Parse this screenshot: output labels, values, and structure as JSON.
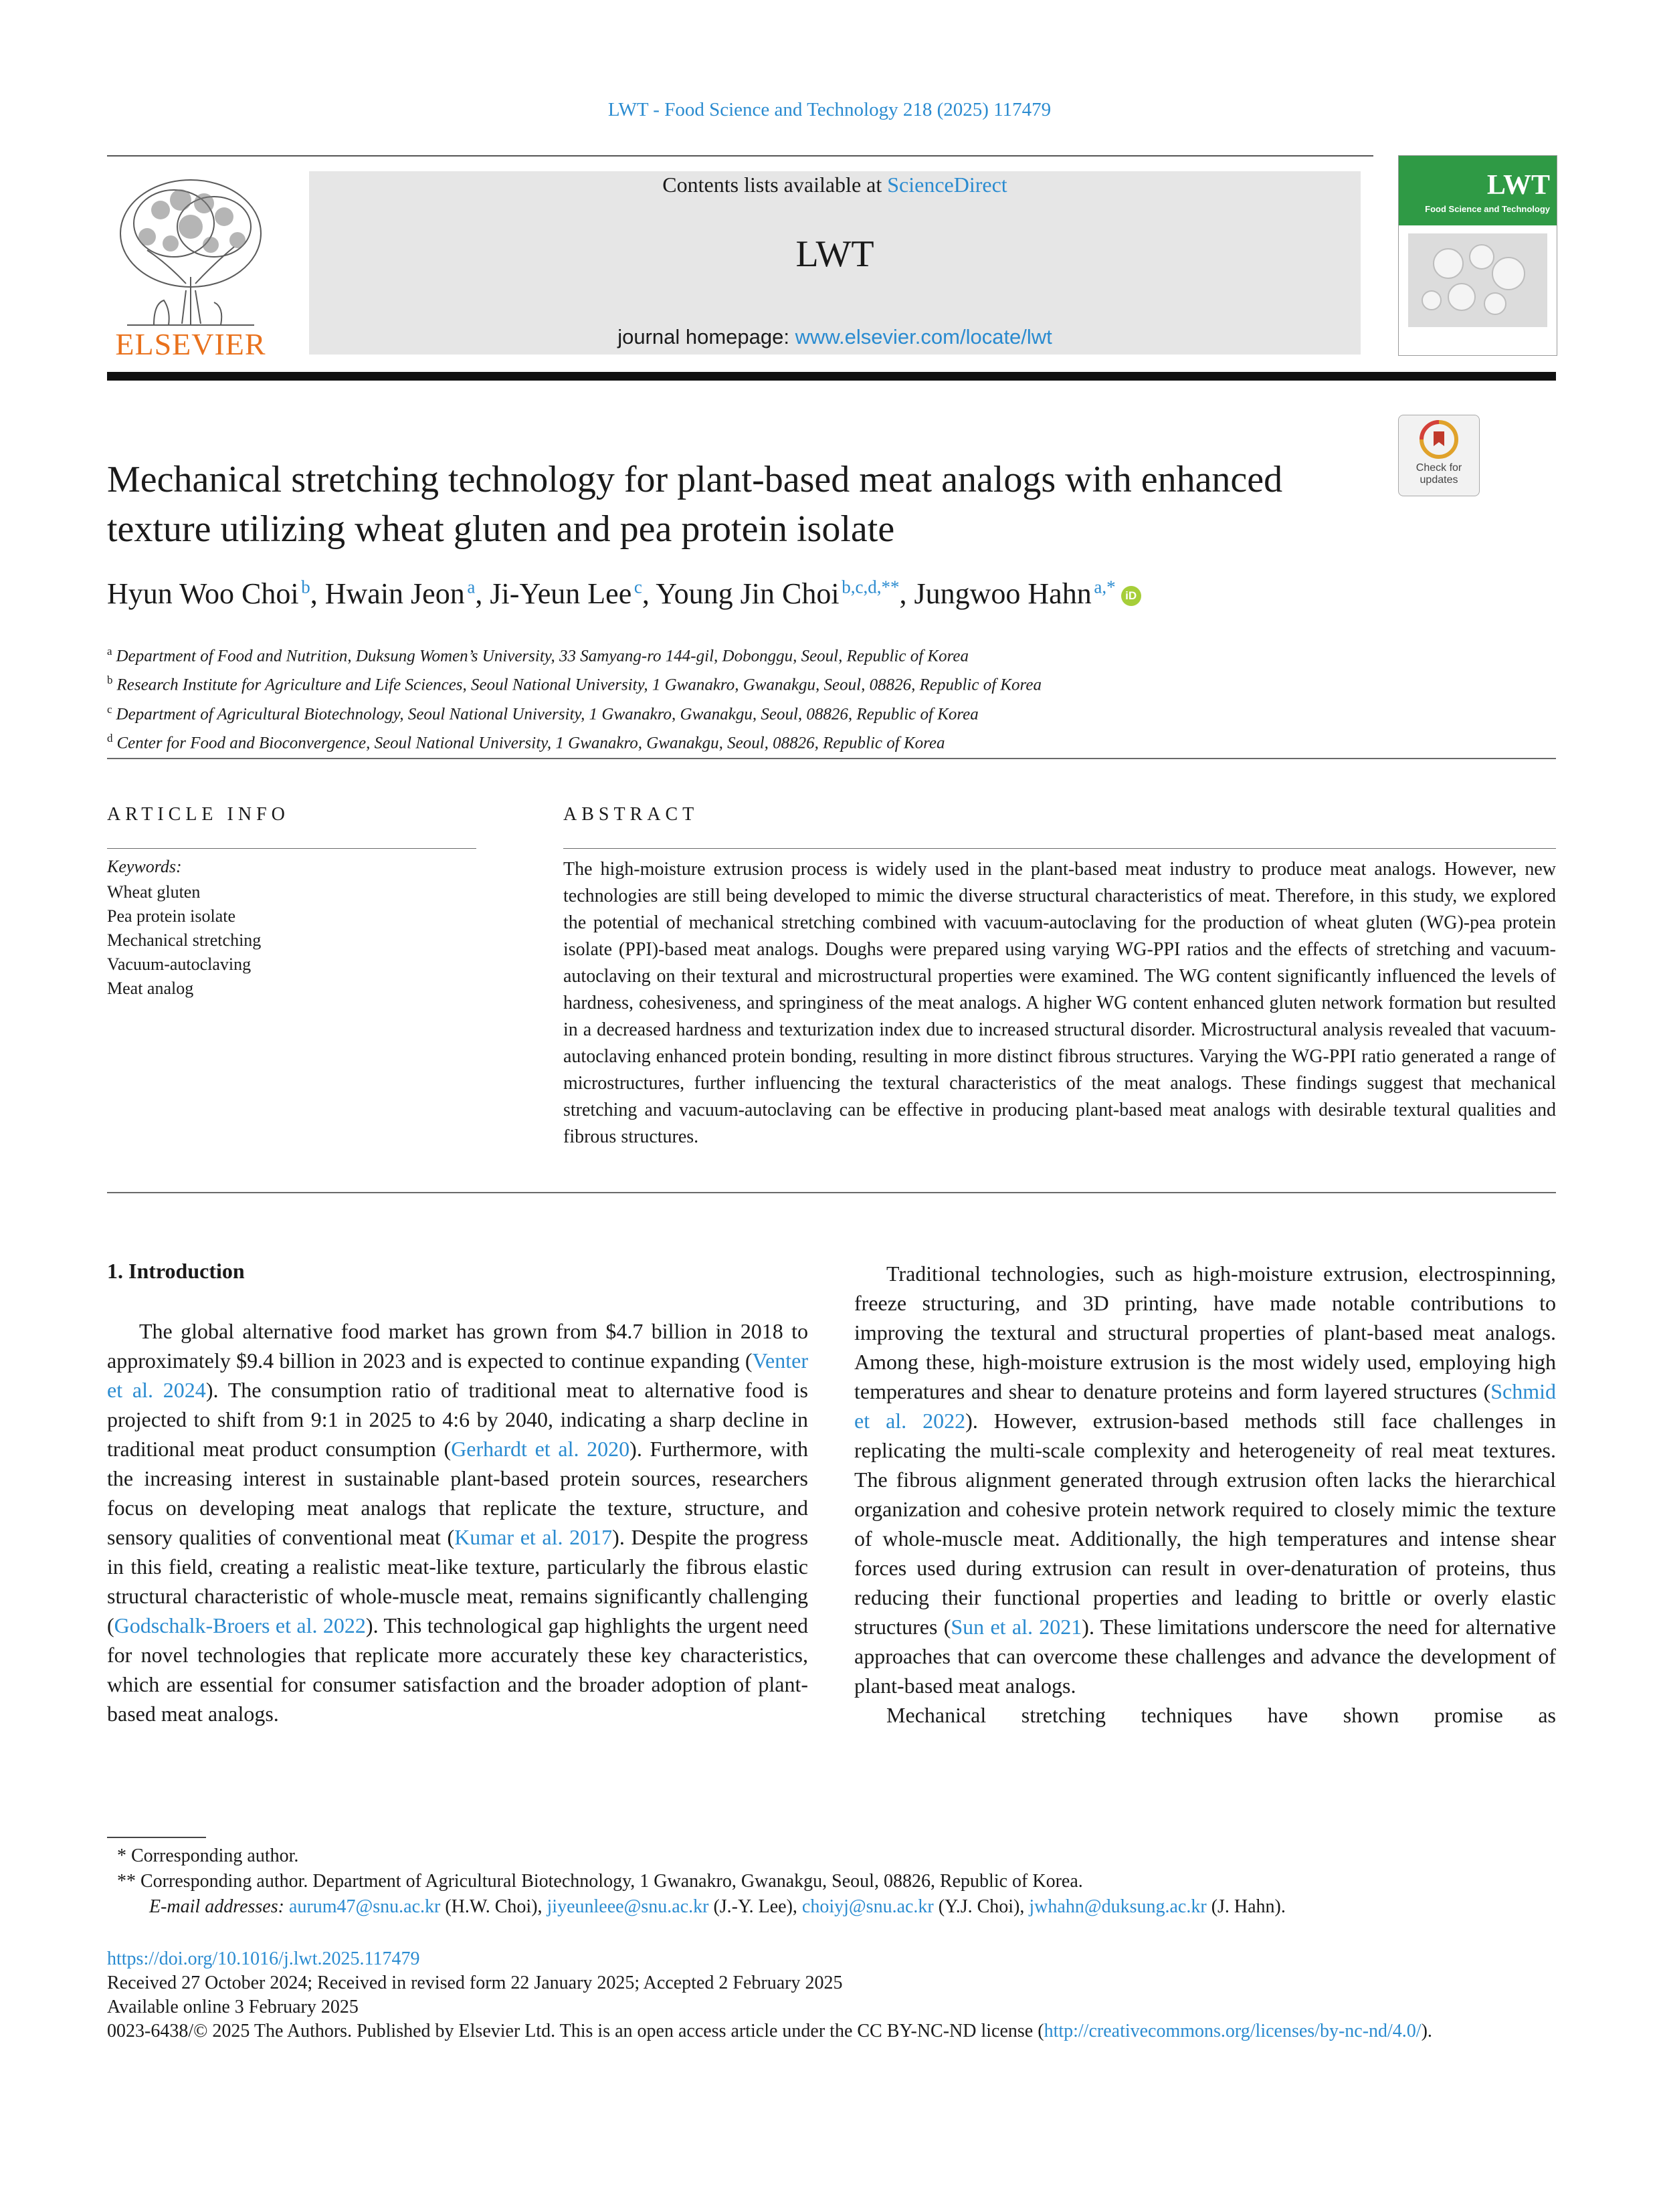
{
  "running_header": "LWT - Food Science and Technology 218 (2025) 117479",
  "masthead": {
    "contents_prefix": "Contents lists available at",
    "contents_link": "ScienceDirect",
    "journal_name": "LWT",
    "homepage_prefix": "journal homepage:",
    "homepage_link": "www.elsevier.com/locate/lwt",
    "publisher_logo_text": "ELSEVIER",
    "cover_title": "LWT",
    "cover_subtitle": "Food Science and Technology",
    "check_updates_label": "Check for updates"
  },
  "colors": {
    "link": "#2a8bd0",
    "elsevier_orange": "#e9711c",
    "cover_green": "#2f9a45",
    "masthead_bg": "#e6e6e6"
  },
  "title": "Mechanical stretching technology for plant-based meat analogs with enhanced texture utilizing wheat gluten and pea protein isolate",
  "authors": [
    {
      "name": "Hyun Woo Choi",
      "sup": "b"
    },
    {
      "name": "Hwain Jeon",
      "sup": "a"
    },
    {
      "name": "Ji-Yeun Lee",
      "sup": "c"
    },
    {
      "name": "Young Jin Choi",
      "sup": "b,c,d,**"
    },
    {
      "name": "Jungwoo Hahn",
      "sup": "a,*"
    }
  ],
  "orcid_icon": "iD",
  "affiliations": [
    {
      "mark": "a",
      "text": "Department of Food and Nutrition, Duksung Women’s University, 33 Samyang-ro 144-gil, Dobonggu, Seoul, Republic of Korea"
    },
    {
      "mark": "b",
      "text": "Research Institute for Agriculture and Life Sciences, Seoul National University, 1 Gwanakro, Gwanakgu, Seoul, 08826, Republic of Korea"
    },
    {
      "mark": "c",
      "text": "Department of Agricultural Biotechnology, Seoul National University, 1 Gwanakro, Gwanakgu, Seoul, 08826, Republic of Korea"
    },
    {
      "mark": "d",
      "text": "Center for Food and Bioconvergence, Seoul National University, 1 Gwanakro, Gwanakgu, Seoul, 08826, Republic of Korea"
    }
  ],
  "article_info": {
    "heading": "ARTICLE INFO",
    "keywords_label": "Keywords:",
    "keywords": [
      "Wheat gluten",
      "Pea protein isolate",
      "Mechanical stretching",
      "Vacuum-autoclaving",
      "Meat analog"
    ]
  },
  "abstract": {
    "heading": "ABSTRACT",
    "text": "The high-moisture extrusion process is widely used in the plant-based meat industry to produce meat analogs. However, new technologies are still being developed to mimic the diverse structural characteristics of meat. Therefore, in this study, we explored the potential of mechanical stretching combined with vacuum-autoclaving for the production of wheat gluten (WG)-pea protein isolate (PPI)-based meat analogs. Doughs were prepared using varying WG-PPI ratios and the effects of stretching and vacuum-autoclaving on their textural and micro­structural properties were examined. The WG content significantly influenced the levels of hardness, cohesive­ness, and springiness of the meat analogs. A higher WG content enhanced gluten network formation but resulted in a decreased hardness and texturization index due to increased structural disorder. Microstructural analysis revealed that vacuum-autoclaving enhanced protein bonding, resulting in more distinct fibrous structures. Varying the WG-PPI ratio generated a range of microstructures, further influencing the textural characteristics of the meat analogs. These findings suggest that mechanical stretching and vacuum-autoclaving can be effective in producing plant-based meat analogs with desirable textural qualities and fibrous structures."
  },
  "intro": {
    "heading": "1.  Introduction",
    "p1": [
      "The global alternative food market has grown from $4.7 billion in 2018 to approximately $9.4 billion in 2023 and is expected to continue expanding (",
      "Venter et al. 2024",
      "). The consumption ratio of traditional meat to alternative food is projected to shift from 9:1 in 2025 to 4:6 by 2040, indicating a sharp decline in traditional meat product consump­tion (",
      "Gerhardt et al. 2020",
      "). Furthermore, with the increasing interest in sustainable plant-based protein sources, researchers focus on developing meat analogs that replicate the texture, structure, and sensory qualities of conventional meat (",
      "Kumar et al. 2017",
      "). Despite the progress in this field, creating a realistic meat-like texture, particularly the fibrous elastic structural characteristic of whole-muscle meat, remains signifi­cantly challenging (",
      "Godschalk-Broers et al. 2022",
      "). This technological gap highlights the urgent need for novel technologies that replicate more accurately these key characteristics, which are essential for con­sumer satisfaction and the broader adoption of plant-based meat analogs."
    ],
    "p2": [
      "Traditional technologies, such as high-moisture extrusion, electro­spinning, freeze structuring, and 3D printing, have made notable con­tributions to improving the textural and structural properties of plant-based meat analogs. Among these, high-moisture extrusion is the most widely used, employing high temperatures and shear to denature pro­teins and form layered structures (",
      "Schmid et al. 2022",
      "). However, extrusion-based methods still face challenges in replicating the multi-scale complexity and heterogeneity of real meat textures. The fibrous alignment generated through extrusion often lacks the hierar­chical organization and cohesive protein network required to closely mimic the texture of whole-muscle meat. Additionally, the high tem­peratures and intense shear forces used during extrusion can result in over-denaturation of proteins, thus reducing their functional properties and leading to brittle or overly elastic structures (",
      "Sun et al. 2021",
      "). These limitations underscore the need for alternative approaches that can overcome these challenges and advance the development of plant-based meat analogs."
    ],
    "p3": "Mechanical stretching techniques have shown promise as"
  },
  "footnotes": {
    "fn1": "*  Corresponding author.",
    "fn2": "**  Corresponding author. Department of Agricultural Biotechnology, 1 Gwanakro, Gwanakgu, Seoul, 08826, Republic of Korea.",
    "email_label": "E-mail addresses:",
    "emails": [
      {
        "addr": "aurum47@snu.ac.kr",
        "who": "(H.W. Choi),"
      },
      {
        "addr": "jiyeunleee@snu.ac.kr",
        "who": "(J.-Y. Lee),"
      },
      {
        "addr": "choiyj@snu.ac.kr",
        "who": "(Y.J. Choi),"
      },
      {
        "addr": "jwhahn@duksung.ac.kr",
        "who": "(J. Hahn)."
      }
    ]
  },
  "pubinfo": {
    "doi": "https://doi.org/10.1016/j.lwt.2025.117479",
    "received": "Received 27 October 2024; Received in revised form 22 January 2025; Accepted 2 February 2025",
    "available": "Available online 3 February 2025",
    "license_text": "0023-6438/© 2025 The Authors.  Published by Elsevier Ltd.  This is an open access article under the CC BY-NC-ND license (",
    "license_link": "http://creativecommons.org/licenses/by-nc-nd/4.0/",
    "license_end": ")."
  }
}
